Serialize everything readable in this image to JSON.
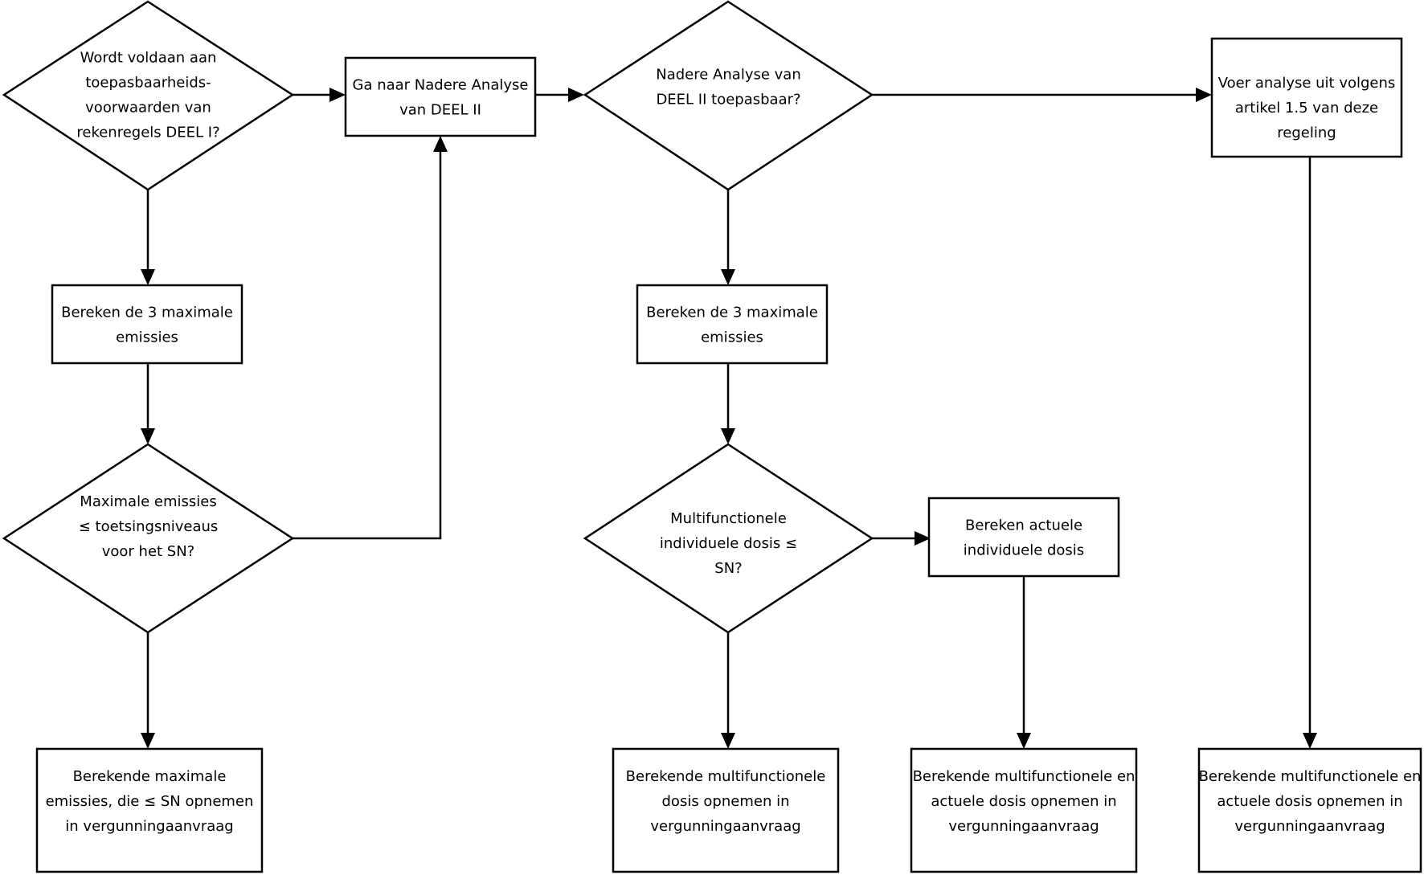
{
  "nodes": {
    "d1": {
      "lines": [
        "Wordt voldaan aan",
        "toepasbaarheids-",
        "voorwaarden van",
        "rekenregels DEEL I?"
      ]
    },
    "b_goto": {
      "lines": [
        "Ga naar Nadere Analyse",
        "van DEEL II"
      ]
    },
    "d2": {
      "lines": [
        "Nadere Analyse van",
        "DEEL II toepasbaar?"
      ]
    },
    "b_analyse": {
      "lines": [
        "Voer analyse uit volgens",
        "artikel 1.5 van deze",
        "regeling"
      ]
    },
    "b_calc1": {
      "lines": [
        "Bereken de 3 maximale",
        "emissies"
      ]
    },
    "b_calc2": {
      "lines": [
        "Bereken de 3 maximale",
        "emissies"
      ]
    },
    "d3": {
      "lines": [
        "Maximale emissies",
        "≤ toetsingsniveaus",
        "voor het SN?"
      ]
    },
    "d4": {
      "lines": [
        "Multifunctionele",
        "individuele dosis ≤",
        "SN?"
      ]
    },
    "b_actuele": {
      "lines": [
        "Bereken actuele",
        "individuele dosis"
      ]
    },
    "r1": {
      "lines": [
        "Berekende maximale",
        "emissies, die ≤ SN opnemen",
        "in vergunningaanvraag"
      ]
    },
    "r2": {
      "lines": [
        "Berekende multifunctionele",
        "dosis opnemen in",
        "vergunningaanvraag"
      ]
    },
    "r3": {
      "lines": [
        "Berekende multifunctionele en",
        "actuele dosis opnemen in",
        "vergunningaanvraag"
      ]
    },
    "r4": {
      "lines": [
        "Berekende multifunctionele en",
        "actuele dosis opnemen in",
        "vergunningaanvraag"
      ]
    }
  }
}
